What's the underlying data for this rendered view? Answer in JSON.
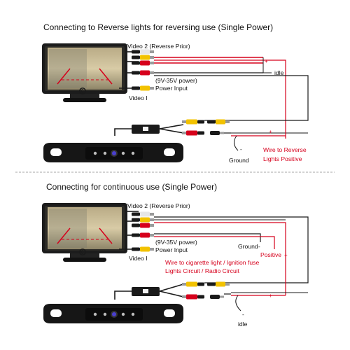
{
  "colors": {
    "wire_black": "#1a1a1a",
    "wire_red": "#d6001c",
    "rca_yellow": "#f2c200",
    "rca_white": "#e6e6e6",
    "rca_red": "#d6001c",
    "screen_dark": "#3c3a33",
    "screen_light": "#cdbf99",
    "divider": "#888888"
  },
  "icons": [
    "monitor-icon",
    "license-plate-camera-icon",
    "rca-connector-icon",
    "dc-power-plug-icon",
    "brand-logo-icon"
  ],
  "section1": {
    "title": "Connecting to Reverse lights for reversing use (Single Power)",
    "video2": "Video 2 (Reverse Prior)",
    "idle": "idle",
    "power_line1": "(9V-35V power)",
    "power_line2": "Power Input",
    "video1": "Video I",
    "ground_minus": "-",
    "ground": "Ground",
    "plus": "+",
    "reverse_line1": "Wire to Reverse",
    "reverse_line2": "Lights Positive"
  },
  "section2": {
    "title": "Connecting for continuous use (Single Power)",
    "video2": "Video 2 (Reverse Prior)",
    "ground": "Ground",
    "ground_minus": "-",
    "power_line1": "(9V-35V power)",
    "power_line2": "Power Input",
    "positive": "Positive",
    "plus": "+",
    "video1": "Video I",
    "wire_line1": "Wire to cigarette light / Ignition fuse",
    "wire_line2": "Lights Circuit / Radio Circuit",
    "idle_minus": "-",
    "idle": "idle"
  }
}
